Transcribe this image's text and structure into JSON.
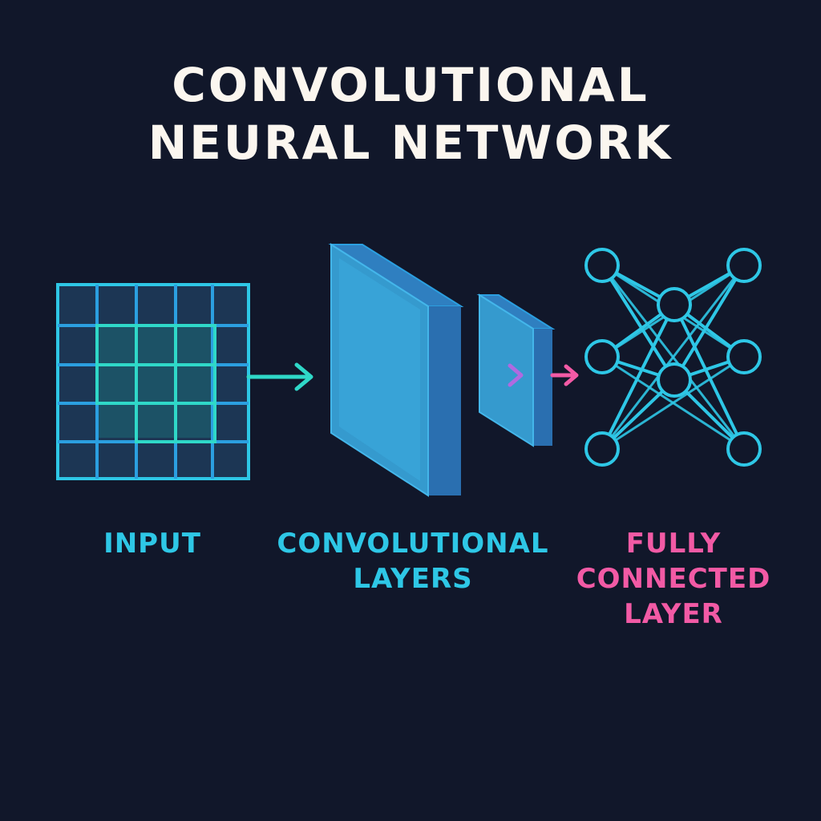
{
  "title": {
    "line1": "CONVOLUTIONAL",
    "line2": "NEURAL NETWORK"
  },
  "stages": [
    {
      "lines": [
        "INPUT"
      ],
      "color": "#2ec7e6"
    },
    {
      "lines": [
        "CONVOLUTIONAL",
        "LAYERS"
      ],
      "color": "#2ec7e6"
    },
    {
      "lines": [
        "FULLY",
        "CONNECTED",
        "LAYER"
      ],
      "color": "#f25aa5"
    }
  ],
  "colors": {
    "background": "#11172a",
    "title": "#fbf6ef",
    "cyan": "#2ec7e6",
    "teal": "#2fd8c8",
    "blue": "#2b9fe0",
    "pink": "#f25aa5",
    "purple": "#9a62e8"
  },
  "network": {
    "layer_sizes": [
      3,
      2,
      3
    ]
  }
}
